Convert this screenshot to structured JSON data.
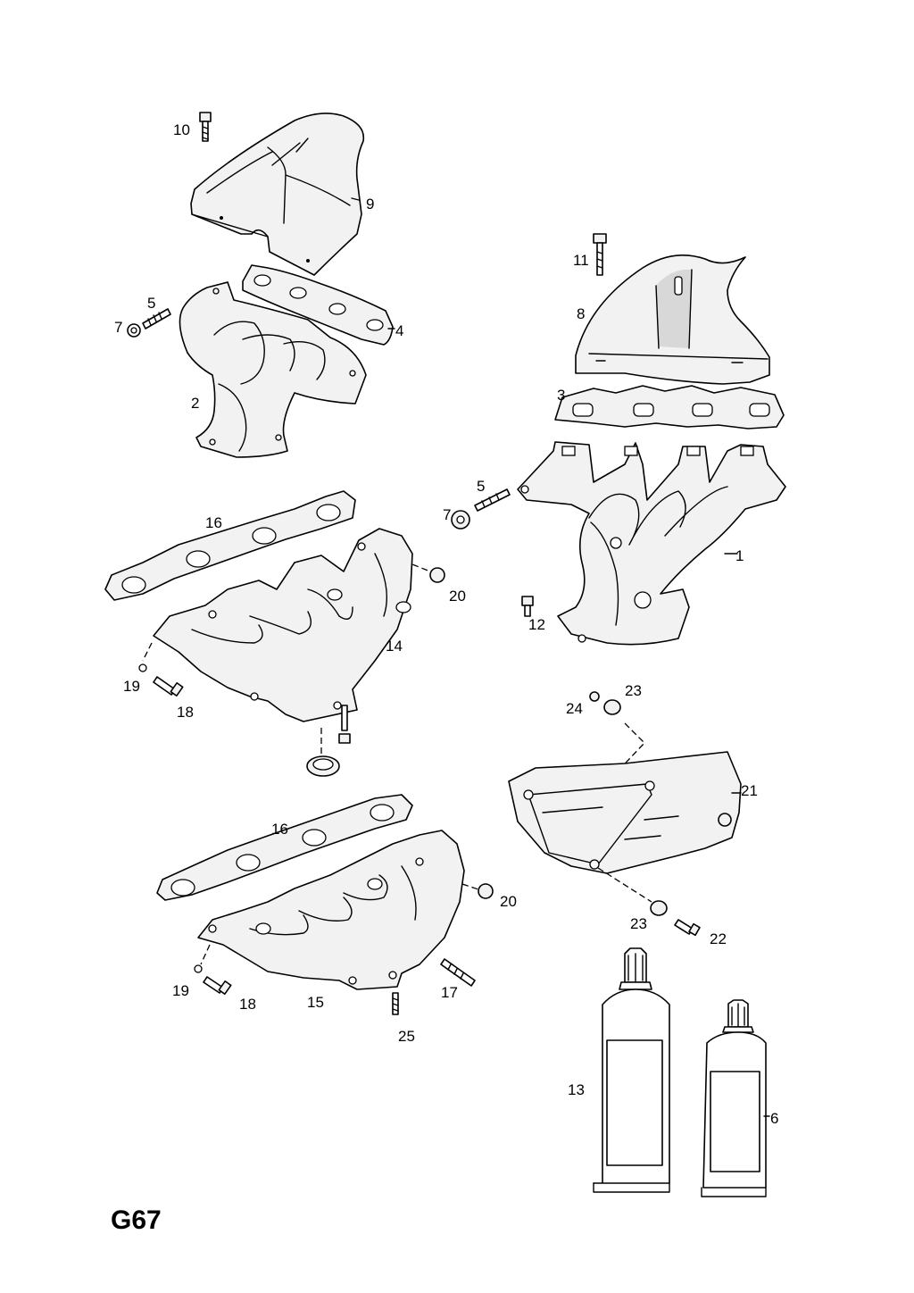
{
  "diagram": {
    "code": "G67",
    "callouts": {
      "c10": "10",
      "c9": "9",
      "c5a": "5",
      "c7a": "7",
      "c4": "4",
      "c2": "2",
      "c11": "11",
      "c8": "8",
      "c3": "3",
      "c5b": "5",
      "c7b": "7",
      "c1": "1",
      "c12": "12",
      "c16a": "16",
      "c20a": "20",
      "c14": "14",
      "c19a": "19",
      "c18a": "18",
      "c23a": "23",
      "c24": "24",
      "c21": "21",
      "c23b": "23",
      "c22": "22",
      "c16b": "16",
      "c20b": "20",
      "c19b": "19",
      "c18b": "18",
      "c15": "15",
      "c17": "17",
      "c25": "25",
      "c13": "13",
      "c6": "6"
    }
  }
}
